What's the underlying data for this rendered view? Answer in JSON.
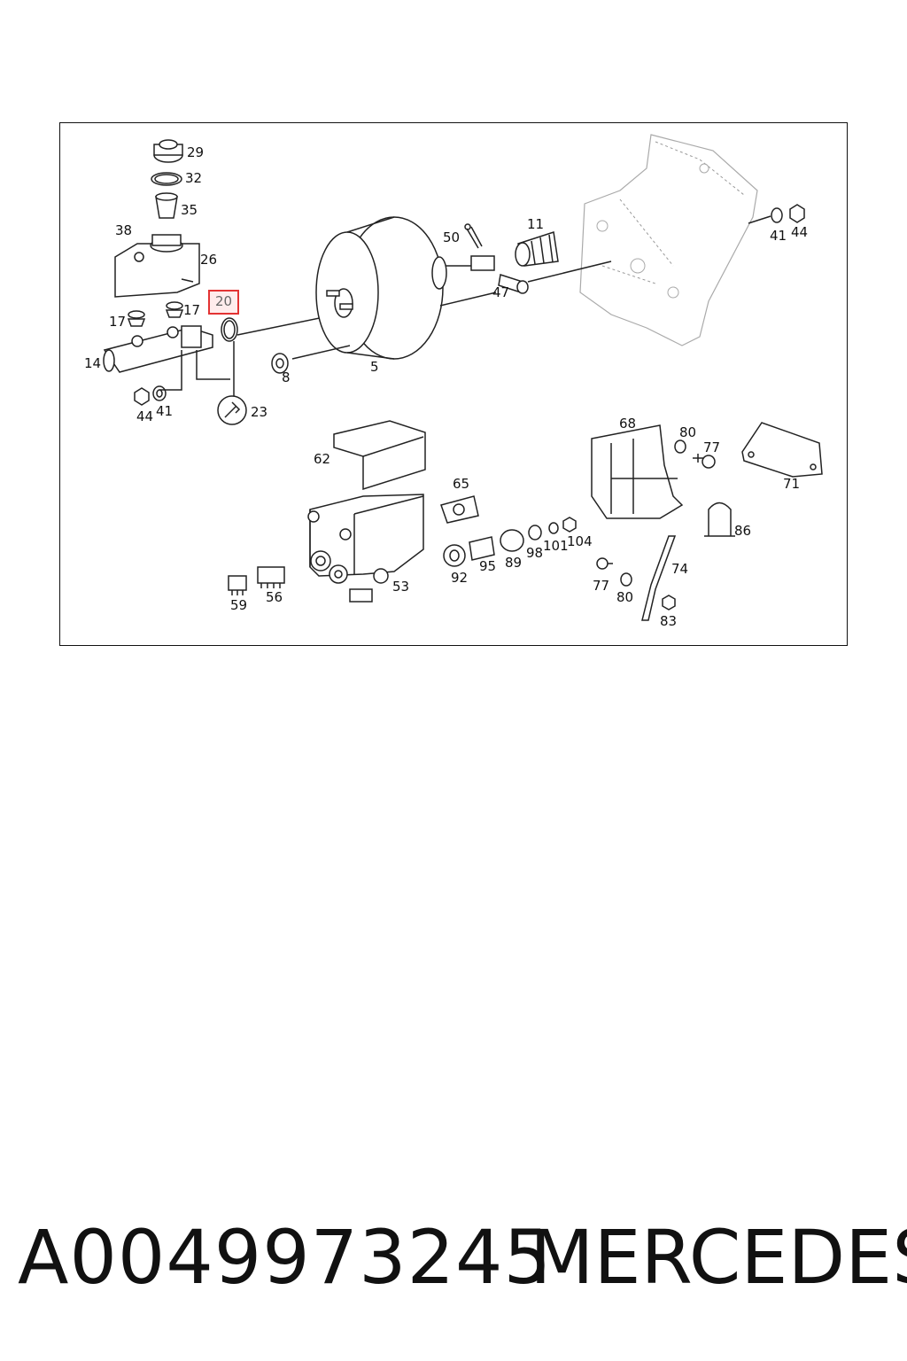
{
  "diagram": {
    "callouts": {
      "c29": "29",
      "c32": "32",
      "c35": "35",
      "c38": "38",
      "c26": "26",
      "c17a": "17",
      "c17b": "17",
      "c14": "14",
      "c44a": "44",
      "c41a": "41",
      "c23": "23",
      "c8": "8",
      "c5": "5",
      "c50": "50",
      "c11": "11",
      "c47": "47",
      "c41b": "41",
      "c44b": "44",
      "c62": "62",
      "c65": "65",
      "c68": "68",
      "c80a": "80",
      "c77a": "77",
      "c71": "71",
      "c86": "86",
      "c89": "89",
      "c98": "98",
      "c101": "101",
      "c104": "104",
      "c92": "92",
      "c95": "95",
      "c53": "53",
      "c59": "59",
      "c56": "56",
      "c74": "74",
      "c77b": "77",
      "c80b": "80",
      "c83": "83"
    },
    "highlighted_callout": "20",
    "highlight_color": "#e33333"
  },
  "footer": {
    "part_number": "A0049973245",
    "brand": "MERCEDES"
  }
}
